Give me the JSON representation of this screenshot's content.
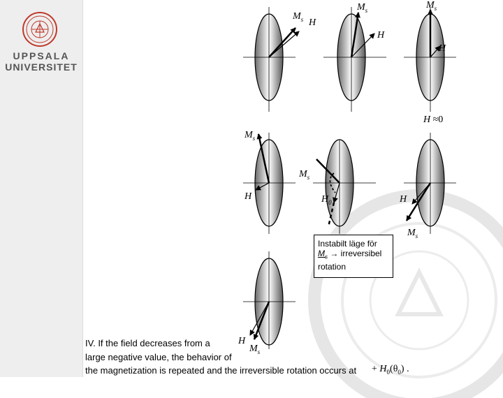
{
  "sidebar": {
    "university_line1": "UPPSALA",
    "university_line2": "UNIVERSITET"
  },
  "labels": {
    "ms": "Ms",
    "h": "H",
    "h_approx_zero": "H ≈0",
    "h0": "H0"
  },
  "note": {
    "line1": "Instabilt läge för",
    "line2": "Ms → irreversibel",
    "line3": "rotation"
  },
  "caption": {
    "line1": "IV. If the field decreases from a",
    "line2": "large negative value, the behavior of",
    "line3": "the magnetization is repeated and the irreversible rotation occurs at",
    "formula": "+ H0(θ0) ."
  }
}
